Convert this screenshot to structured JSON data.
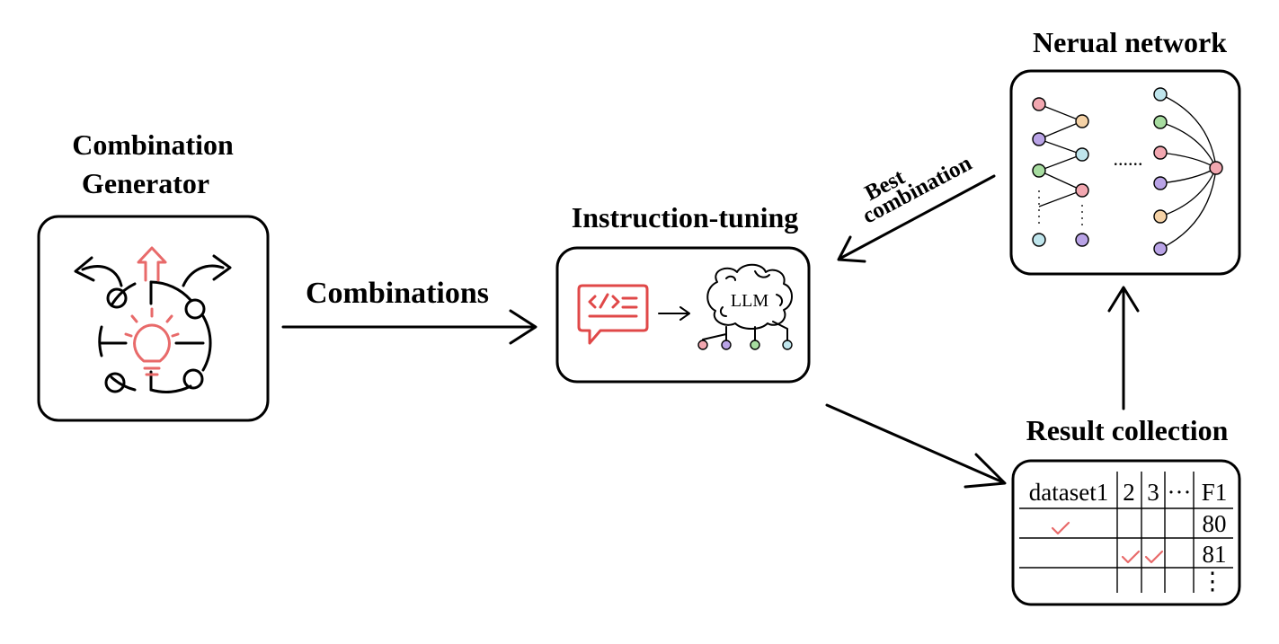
{
  "combination_generator": {
    "title_line1": "Combination",
    "title_line2": "Generator"
  },
  "edges": {
    "combinations": "Combinations",
    "best_line1": "Best",
    "best_line2": "combination"
  },
  "instruction_tuning": {
    "title": "Instruction-tuning",
    "llm_label": "LLM"
  },
  "neural_network": {
    "title": "Nerual network",
    "dots": "......"
  },
  "result_collection": {
    "title": "Result collection",
    "headers": [
      "dataset1",
      "2",
      "3",
      "···",
      "F1"
    ],
    "f1_values": [
      "80",
      "81",
      "⋮"
    ]
  },
  "colors": {
    "pink": "#f2a7b0",
    "purple": "#b9a3e6",
    "green": "#a7dca0",
    "cyan": "#bfe5ec",
    "orange": "#f5d2a6",
    "accent_red": "#e04848"
  }
}
